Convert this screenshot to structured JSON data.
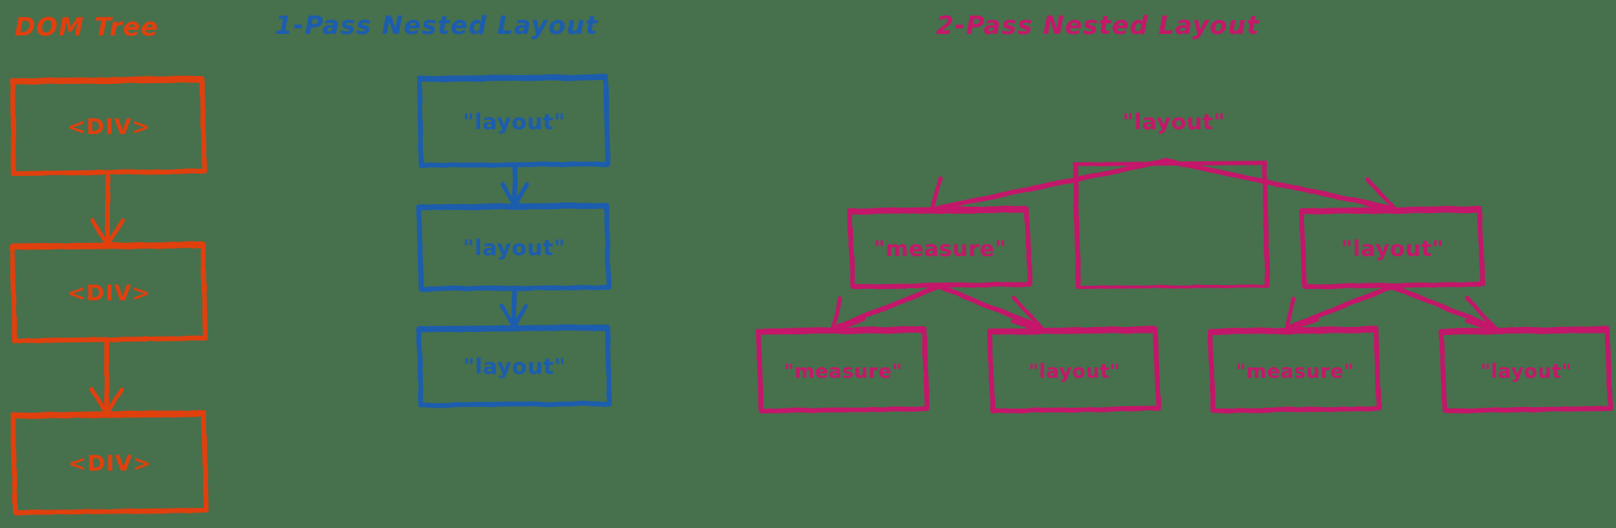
{
  "background_color": "#47704d",
  "columns": [
    {
      "id": "dom-tree",
      "title": "DOM Tree",
      "color": "#E0400E",
      "nodes": [
        {
          "label": "<DIV>"
        },
        {
          "label": "<DIV>"
        },
        {
          "label": "<DIV>"
        }
      ]
    },
    {
      "id": "one-pass-nested-layout",
      "title": "1-Pass Nested Layout",
      "color": "#1C5DAE",
      "nodes": [
        {
          "label": "\"layout\""
        },
        {
          "label": "\"layout\""
        },
        {
          "label": "\"layout\""
        }
      ]
    },
    {
      "id": "two-pass-nested-layout",
      "title": "2-Pass Nested Layout",
      "color": "#C4186A",
      "nodes": [
        {
          "label": "\"layout\""
        },
        {
          "label": "\"measure\""
        },
        {
          "label": "\"layout\""
        },
        {
          "label": "\"measure\""
        },
        {
          "label": "\"layout\""
        },
        {
          "label": "\"measure\""
        },
        {
          "label": "\"layout\""
        }
      ]
    }
  ],
  "diagram": {
    "type": "hand-drawn-tree-diagram",
    "edge_style": "arrow",
    "dom_edges": 2,
    "one_pass_edges": 2,
    "two_pass_edges": 6
  }
}
